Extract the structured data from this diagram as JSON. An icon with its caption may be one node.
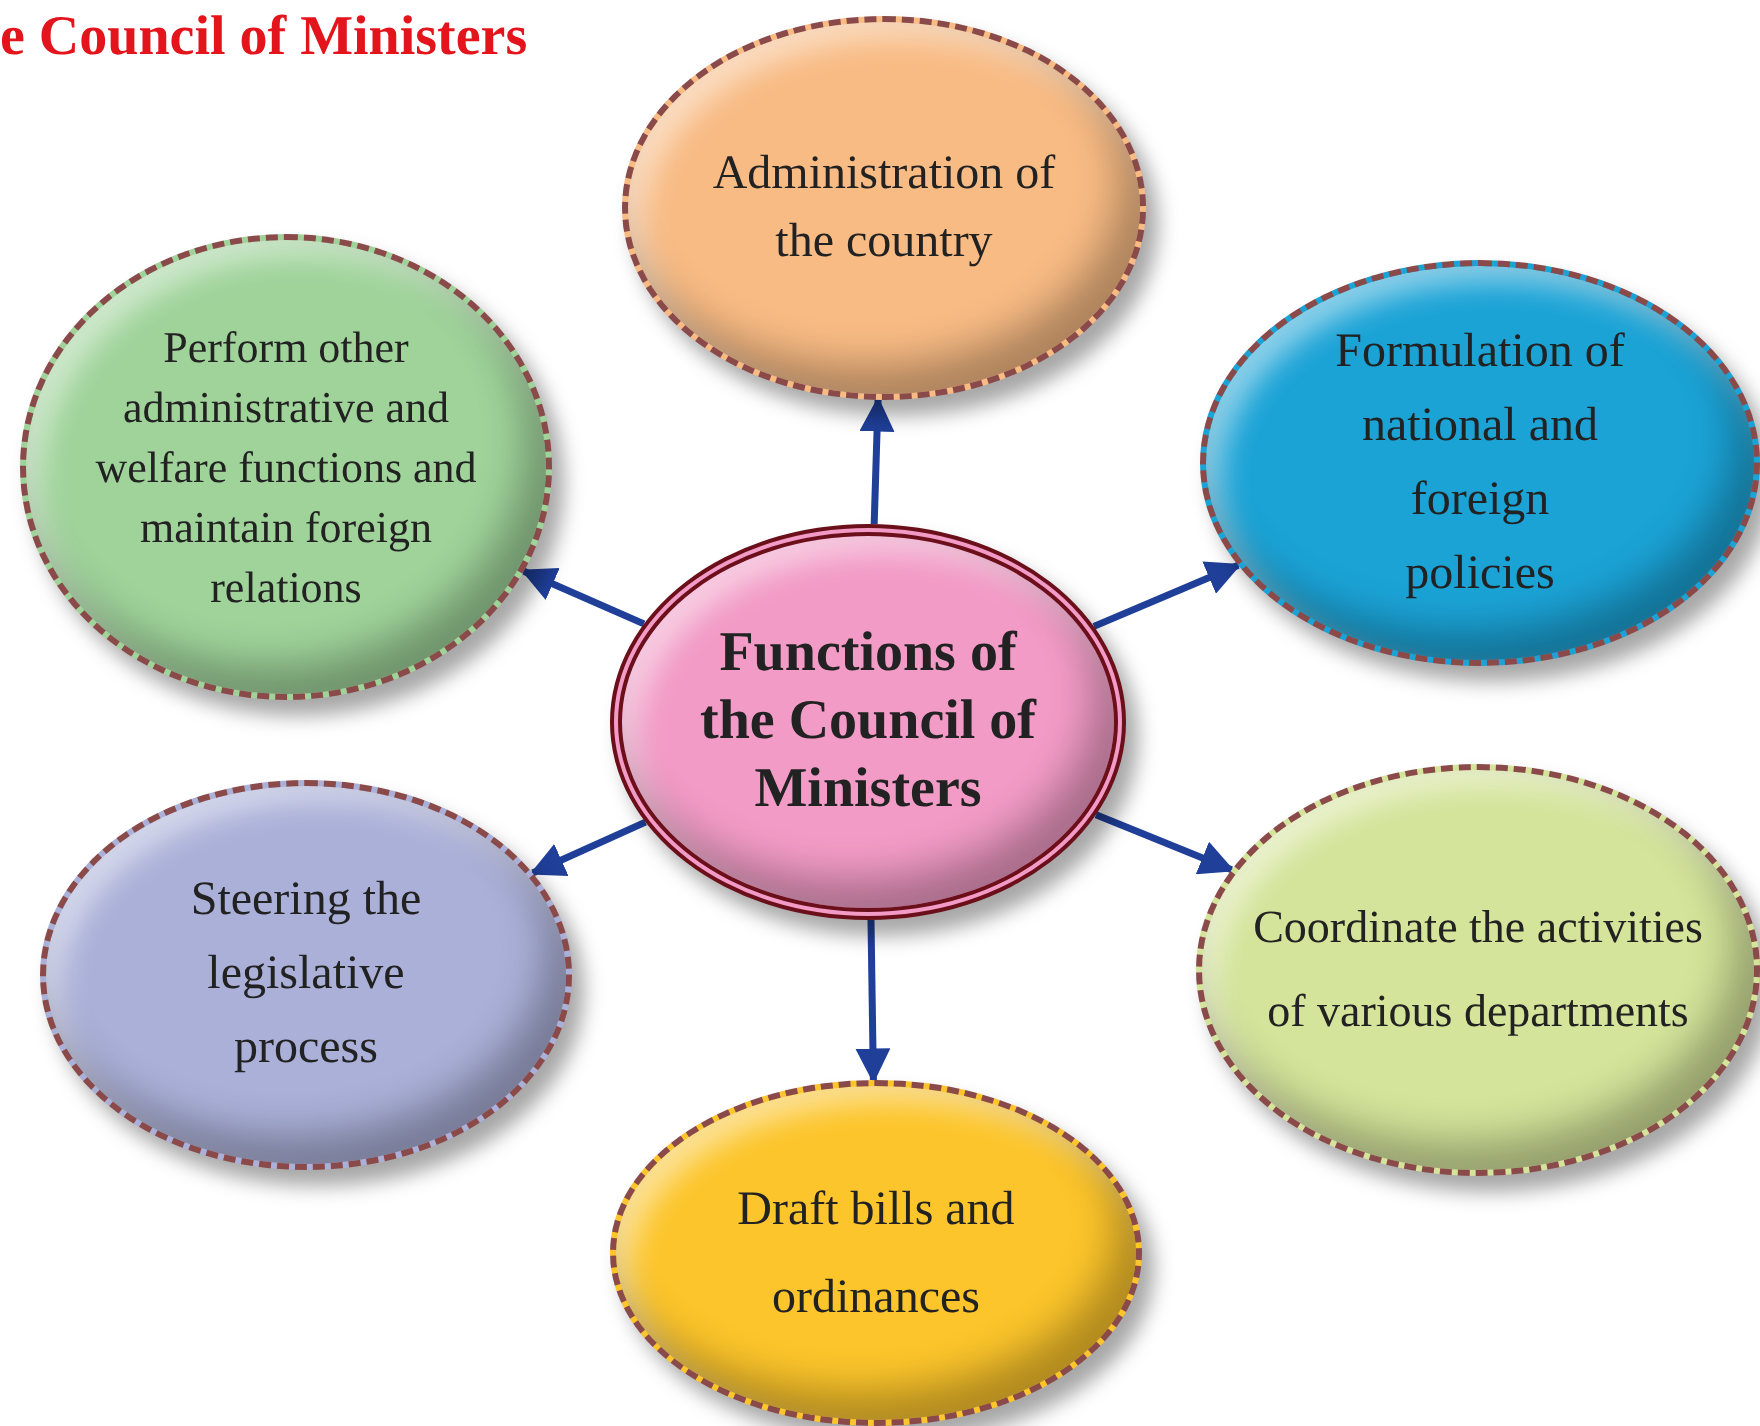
{
  "diagram": {
    "title": "e Council of Ministers",
    "nodes": [
      {
        "text": [
          "Functions of the Council of Ministers"
        ]
      },
      {
        "text": [
          "Administration of the country"
        ]
      },
      {
        "text": [
          "Formulation of national and foreign policies"
        ]
      },
      {
        "text": [
          "Coordinate the activities of various departments"
        ]
      },
      {
        "text": [
          "Draft bills and ordinances"
        ]
      },
      {
        "text": [
          "Steering the legislative process"
        ]
      },
      {
        "text": [
          "Perform other administrative and welfare functions and maintain foreign relations"
        ]
      }
    ],
    "edges": [
      {
        "from": 0,
        "to": 1,
        "arrow": "to"
      },
      {
        "from": 0,
        "to": 2,
        "arrow": "to"
      },
      {
        "from": 0,
        "to": 3,
        "arrow": "to"
      },
      {
        "from": 0,
        "to": 4,
        "arrow": "to"
      },
      {
        "from": 0,
        "to": 5,
        "arrow": "to"
      },
      {
        "from": 0,
        "to": 6,
        "arrow": "to"
      }
    ]
  }
}
